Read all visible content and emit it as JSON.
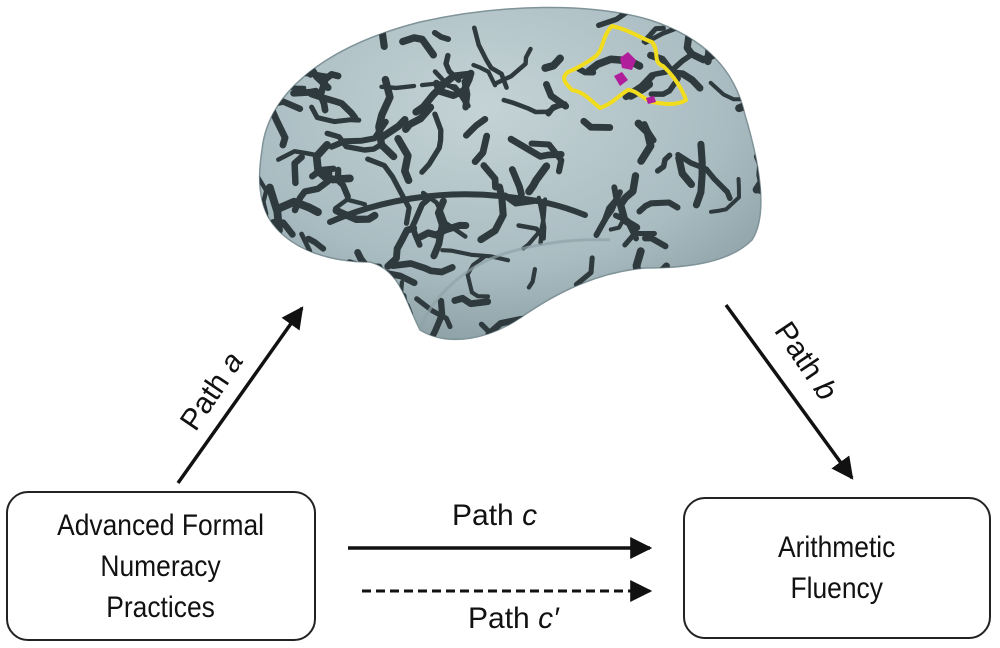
{
  "nodes": {
    "predictor": {
      "lines": [
        "Advanced Formal",
        "Numeracy",
        "Practices"
      ]
    },
    "outcome": {
      "lines": [
        "Arithmetic",
        "Fluency"
      ]
    }
  },
  "paths": {
    "a": {
      "prefix": "Path ",
      "letter": "a"
    },
    "b": {
      "prefix": "Path ",
      "letter": "b"
    },
    "c": {
      "prefix": "Path ",
      "letter": "c"
    },
    "c_prime": {
      "prefix": "Path ",
      "letter": "c′"
    }
  },
  "colors": {
    "brain_surface": "#a9bcc1",
    "sulci": "#2f3a3e",
    "roi_outline": "#f2dc1e",
    "activation": "#b01e9b",
    "line": "#111111"
  }
}
